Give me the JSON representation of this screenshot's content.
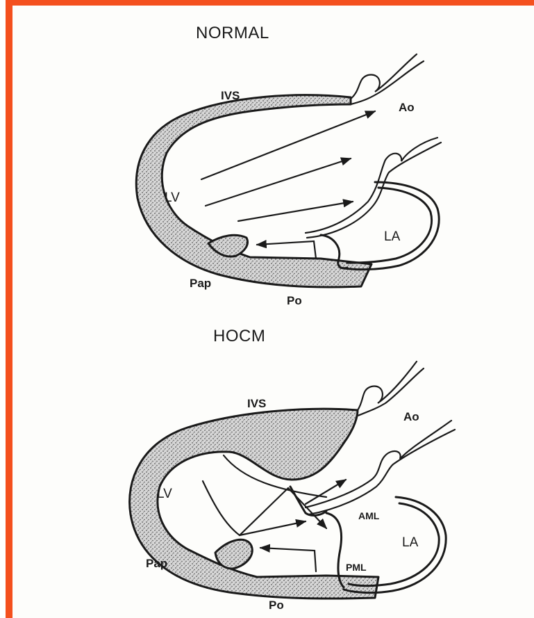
{
  "panels": [
    {
      "title": "NORMAL",
      "labels": {
        "ivs": "IVS",
        "ao": "Ao",
        "lv": "LV",
        "la": "LA",
        "pap": "Pap",
        "po": "Po"
      }
    },
    {
      "title": "HOCM",
      "labels": {
        "ivs": "IVS",
        "ao": "Ao",
        "lv": "LV",
        "la": "LA",
        "aml": "AML",
        "pml": "PML",
        "pap": "Pap",
        "po": "Po"
      }
    }
  ]
}
